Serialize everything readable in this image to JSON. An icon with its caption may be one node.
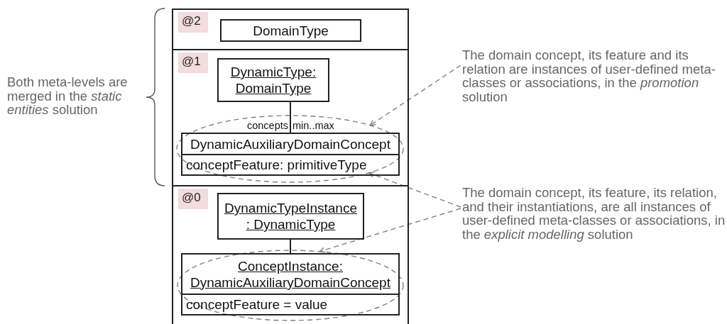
{
  "diagram": {
    "nodes": [
      {
        "text": [
          "@2"
        ]
      },
      {
        "text": [
          "DomainType"
        ],
        "in": 0
      },
      {
        "text": [
          "@1"
        ]
      },
      {
        "text": [
          "DynamicType: DomainType"
        ],
        "in": 2
      },
      {
        "text": [],
        "shape": "ellipse",
        "in": 2
      },
      {
        "text": [
          "DynamicAuxiliaryDomainConcept",
          "conceptFeature: primitiveType"
        ],
        "in": 4
      },
      {
        "text": [
          "@0"
        ]
      },
      {
        "text": [
          "DynamicTypeInstance : DynamicType"
        ],
        "in": 6
      },
      {
        "text": [],
        "shape": "ellipse",
        "in": 6
      },
      {
        "text": [
          "ConceptInstance: DynamicAuxiliaryDomainConcept",
          "conceptFeature = value"
        ],
        "in": 8
      },
      {
        "text": [
          "The domain concept, its feature and its relation are instances of user-defined meta-classes or associations, in the *promotion* solution"
        ]
      },
      {
        "text": [
          "The domain concept, its feature, its relation, and their instantiations, are all instances of user-defined meta-classes or associations, in the *explicit modelling* solution"
        ]
      }
    ],
    "edges": [
      {
        "from": 3,
        "to": 5,
        "arrow": "none",
        "label": "concepts",
        "color": "#222222"
      },
      {
        "from": 7,
        "to": 9,
        "arrow": "none",
        "color": "#222222"
      },
      {
        "from": 10,
        "to": 4,
        "arrow": "to",
        "style": "dashed",
        "color": "#808080"
      },
      {
        "from": 11,
        "to": 4,
        "arrow": "to",
        "style": "dashed",
        "color": "#808080"
      },
      {
        "from": 11,
        "to": 8,
        "arrow": "to",
        "style": "dashed",
        "color": "#808080"
      }
    ],
    "labels": [
      "min..max",
      "Both meta-levels are merged in the *static entities* solution"
    ]
  }
}
